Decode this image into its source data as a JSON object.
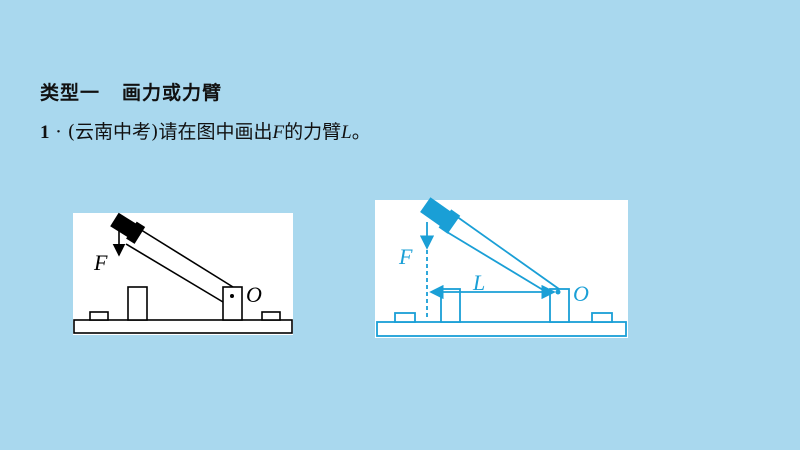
{
  "heading": {
    "part1": "类型一",
    "part2": "画力或力臂"
  },
  "question": {
    "number": "1",
    "dot": "·",
    "source": "(云南中考)",
    "text_a": "请在图中画出",
    "force_symbol": "F",
    "text_b": "的力臂",
    "arm_symbol": "L",
    "end": "。"
  },
  "figure_original": {
    "force_label": "F",
    "pivot_label": "O"
  },
  "figure_answer": {
    "force_label": "F",
    "arm_label": "L",
    "pivot_label": "O"
  },
  "colors": {
    "background": "#a9d8ee",
    "answer": "#1a9fd6"
  }
}
